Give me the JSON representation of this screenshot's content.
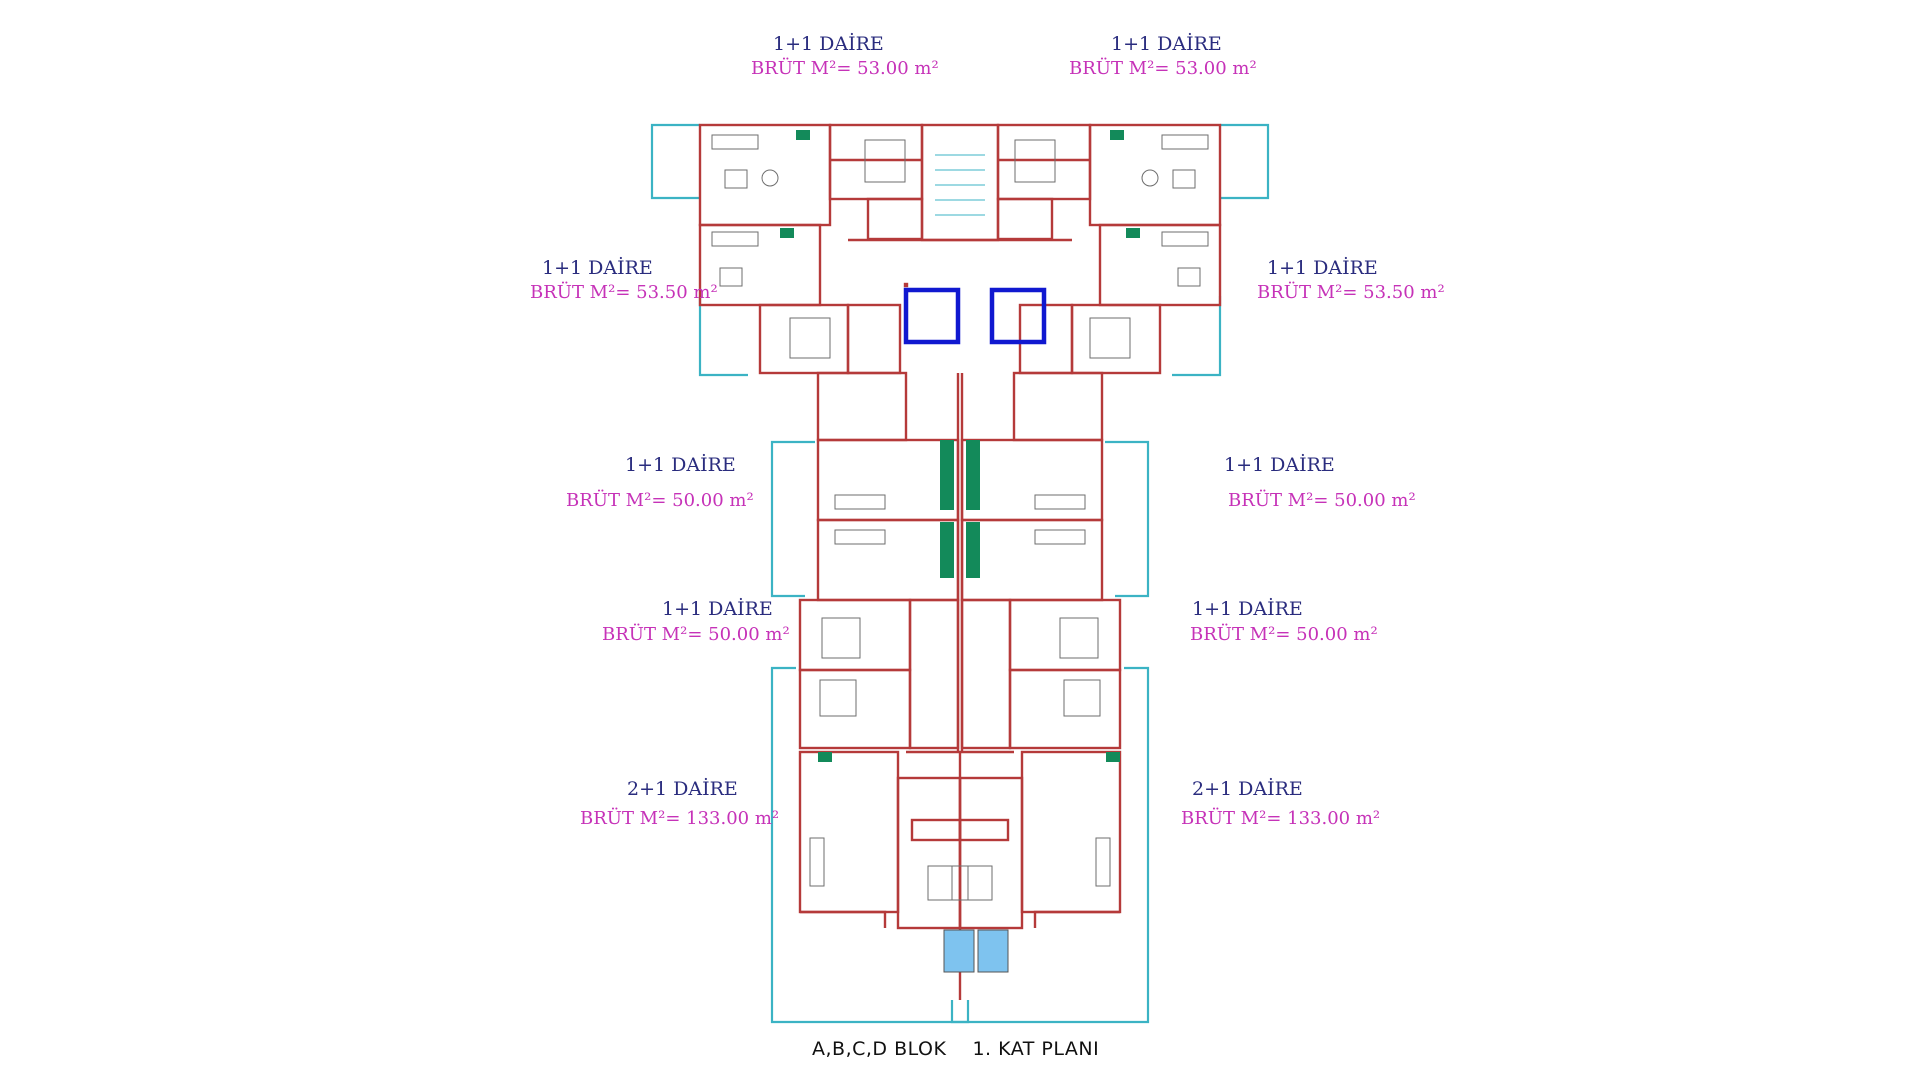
{
  "colors": {
    "unit_label": "#2a2c7e",
    "area_label": "#c632b8",
    "wall": "#b53a3a",
    "balcony": "#3bb3c4",
    "elevator": "#1018d0",
    "kitchen": "#138a5a",
    "window": "#7ec3ef"
  },
  "units": [
    {
      "type": "1+1 DAİRE",
      "area": "BRÜT M²= 53.00 m²"
    },
    {
      "type": "1+1 DAİRE",
      "area": "BRÜT M²= 53.00 m²"
    },
    {
      "type": "1+1 DAİRE",
      "area": "BRÜT M²= 53.50 m²"
    },
    {
      "type": "1+1 DAİRE",
      "area": "BRÜT M²= 53.50 m²"
    },
    {
      "type": "1+1 DAİRE",
      "area": "BRÜT M²= 50.00 m²"
    },
    {
      "type": "1+1 DAİRE",
      "area": "BRÜT M²= 50.00 m²"
    },
    {
      "type": "1+1 DAİRE",
      "area": "BRÜT M²= 50.00 m²"
    },
    {
      "type": "1+1 DAİRE",
      "area": "BRÜT M²= 50.00 m²"
    },
    {
      "type": "2+1 DAİRE",
      "area": "BRÜT M²= 133.00 m²"
    },
    {
      "type": "2+1 DAİRE",
      "area": "BRÜT M²= 133.00 m²"
    }
  ],
  "caption": {
    "block": "A,B,C,D BLOK",
    "floor": "1. KAT PLANI"
  }
}
